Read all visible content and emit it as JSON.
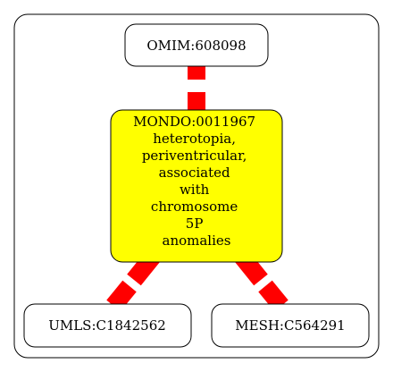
{
  "colors": {
    "node_fill": "#ffffff",
    "focus_fill": "#ffff00",
    "stroke": "#000000",
    "edge": "#ff0000"
  },
  "nodes": {
    "omim": {
      "label": "OMIM:608098"
    },
    "mondo": {
      "lines": [
        "MONDO:0011967",
        "heterotopia,",
        "periventricular,",
        "associated",
        "with",
        "chromosome",
        "5P",
        "anomalies"
      ]
    },
    "umls": {
      "label": "UMLS:C1842562"
    },
    "mesh": {
      "label": "MESH:C564291"
    }
  }
}
